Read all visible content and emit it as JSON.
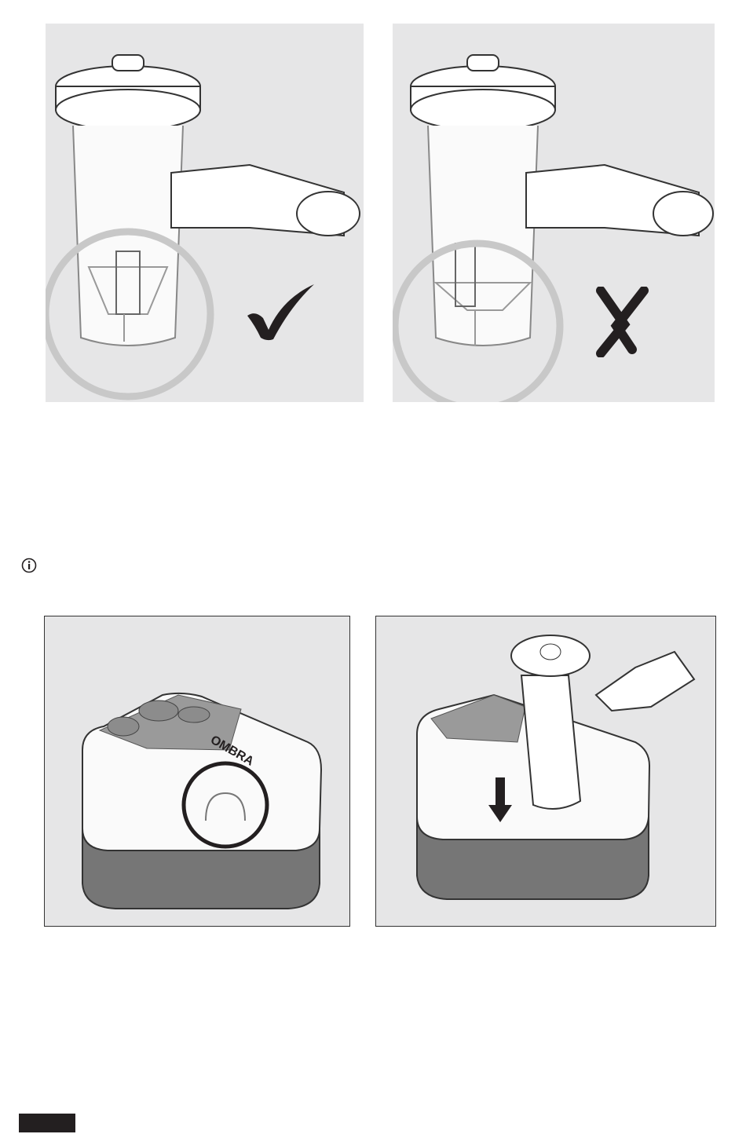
{
  "figures": {
    "correct_assembly": {
      "mark": "check-mark"
    },
    "incorrect_assembly": {
      "mark": "cross-mark"
    },
    "device_logo": {
      "brand": "OMBRA"
    },
    "attach_nebulizer": {
      "arrow": "down-arrow"
    }
  },
  "note": {
    "icon": "info-icon"
  },
  "colors": {
    "panel_bg": "#e6e6e7",
    "circle": "#c8c8c8",
    "base_dark": "#767676",
    "footer_block": "#231f20"
  }
}
